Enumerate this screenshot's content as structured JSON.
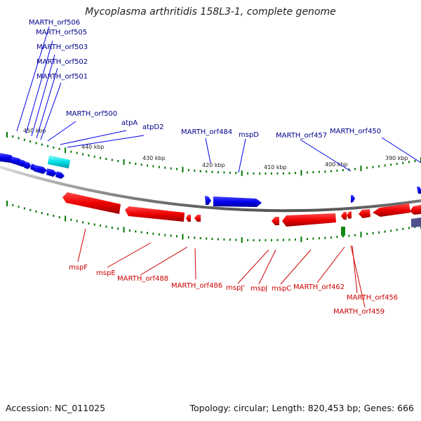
{
  "title": "Mycoplasma arthritidis 158L3-1, complete genome",
  "footer": {
    "accession_label": "Accession:",
    "accession": "NC_011025",
    "topology_label": "Topology:",
    "topology": "circular",
    "length_label": "Length:",
    "length": "820,453 bp",
    "genes_label": "Genes:",
    "genes": "666",
    "right_text": "Topology: circular; Length: 820,453 bp; Genes: 666",
    "left_text": "Accession: NC_011025"
  },
  "colors": {
    "forward_gene": "#0000EE",
    "reverse_gene": "#EE0000",
    "rna": "#00CCCC",
    "tick": "#007700",
    "backbone": "#888888",
    "label_forward": "#00008B",
    "label_reverse": "#CC0000"
  },
  "scale_labels": [
    "450 kbp",
    "440 kbp",
    "430 kbp",
    "420 kbp",
    "410 kbp",
    "400 kbp",
    "390 kbp"
  ],
  "top_labels": [
    "MARTH_orf506",
    "MARTH_orf505",
    "MARTH_orf503",
    "MARTH_orf502",
    "MARTH_orf501",
    "MARTH_orf500",
    "atpA",
    "atpD2",
    "MARTH_orf484",
    "mspD",
    "MARTH_orf457",
    "MARTH_orf450"
  ],
  "bottom_labels": [
    "mspF",
    "mspE",
    "MARTH_orf488",
    "MARTH_orf486",
    "mspJ'",
    "mspJ",
    "mspC",
    "MARTH_orf462",
    "MARTH_orf456",
    "MARTH_orf459"
  ]
}
